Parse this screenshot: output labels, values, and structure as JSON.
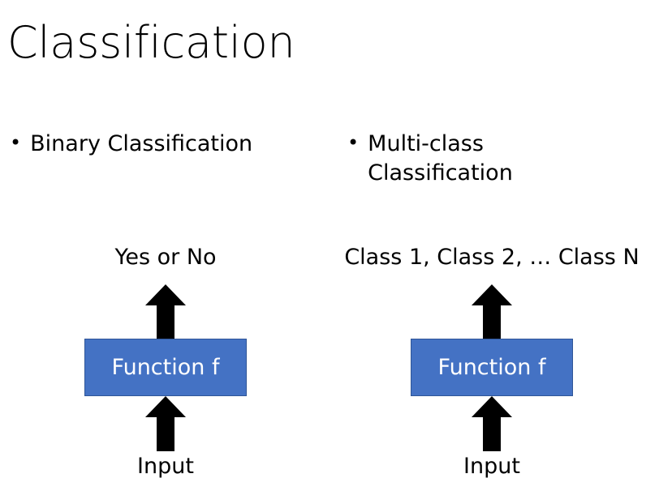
{
  "slide": {
    "title": "Classification",
    "background_color": "#FFFFFF",
    "text_color": "#000000"
  },
  "bullets": [
    {
      "marker": "•",
      "text": "Binary Classification"
    },
    {
      "marker": "•",
      "text": "Multi-class Classification"
    }
  ],
  "diagrams": [
    {
      "name": "binary",
      "output_label": "Yes or No",
      "box_label": "Function f",
      "input_label": "Input",
      "box_fill": "#4472C4",
      "box_border": "#2F5597",
      "box_text_color": "#FFFFFF",
      "arrow_color": "#000000"
    },
    {
      "name": "multi-class",
      "output_label": "Class 1, Class 2, … Class N",
      "box_label": "Function f",
      "input_label": "Input",
      "box_fill": "#4472C4",
      "box_border": "#2F5597",
      "box_text_color": "#FFFFFF",
      "arrow_color": "#000000"
    }
  ]
}
